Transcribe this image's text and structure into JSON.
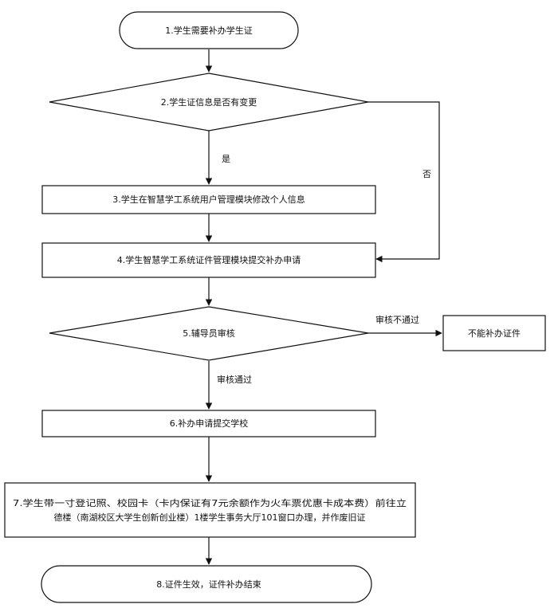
{
  "steps": {
    "s1": "1.学生需要补办学生证",
    "s2": "2.学生证信息是否有变更",
    "s3": "3.学生在智慧学工系统用户管理模块修改个人信息",
    "s4": "4.学生智慧学工系统证件管理模块提交补办申请",
    "s5": "5.辅导员审核",
    "s6": "6.补办申请提交学校",
    "s7_line1": "7.学生带一寸登记照、校园卡（卡内保证有7元余额作为火车票优惠卡成本费）前往立",
    "s7_line2": "德楼（南湖校区大学生创新创业楼）1楼学生事务大厅101窗口办理，并作废旧证",
    "s8": "8.证件生效，证件补办结束",
    "reject": "不能补办证件"
  },
  "edge_labels": {
    "yes": "是",
    "no": "否",
    "review_fail": "审核不通过",
    "review_pass": "审核通过"
  }
}
